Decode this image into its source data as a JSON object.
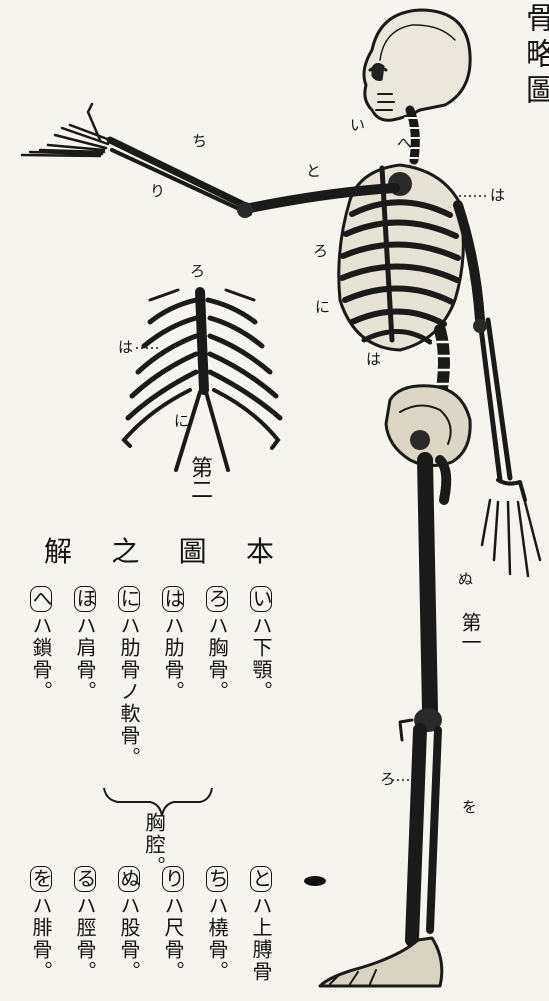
{
  "title_chars": "骨略圖",
  "figure1_label": "第一",
  "figure2_label": "第二",
  "figure1_marks": {
    "i": "い",
    "he": "へ",
    "to": "と",
    "chi": "ち",
    "ri": "り",
    "ha_right": "は",
    "ro_chest": "ろ",
    "ni_chest": "に",
    "ha_low": "は",
    "nu": "ぬ",
    "ro_leg": "ろ",
    "wo": "を"
  },
  "figure2_marks": {
    "ro": "ろ",
    "ha": "は",
    "ni": "に"
  },
  "legend_heading": "本圖之解",
  "legend_entries": [
    {
      "mark": "い",
      "text": "ハ下顎。"
    },
    {
      "mark": "ろ",
      "text": "ハ胸骨。"
    },
    {
      "mark": "は",
      "text": "ハ肋骨。"
    },
    {
      "mark": "に",
      "text": "ハ肋骨ノ軟骨。"
    },
    {
      "mark": "ほ",
      "text": "ハ肩骨。"
    },
    {
      "mark": "へ",
      "text": "ハ鎖骨。"
    }
  ],
  "bracket_label": "胸腔。",
  "legend_entries_lower": [
    {
      "mark": "と",
      "text": "ハ上膊骨"
    },
    {
      "mark": "ち",
      "text": "ハ橈骨。"
    },
    {
      "mark": "り",
      "text": "ハ尺骨。"
    },
    {
      "mark": "ぬ",
      "text": "ハ股骨。"
    },
    {
      "mark": "る",
      "text": "ハ脛骨。"
    },
    {
      "mark": "を",
      "text": "ハ腓骨。"
    }
  ]
}
